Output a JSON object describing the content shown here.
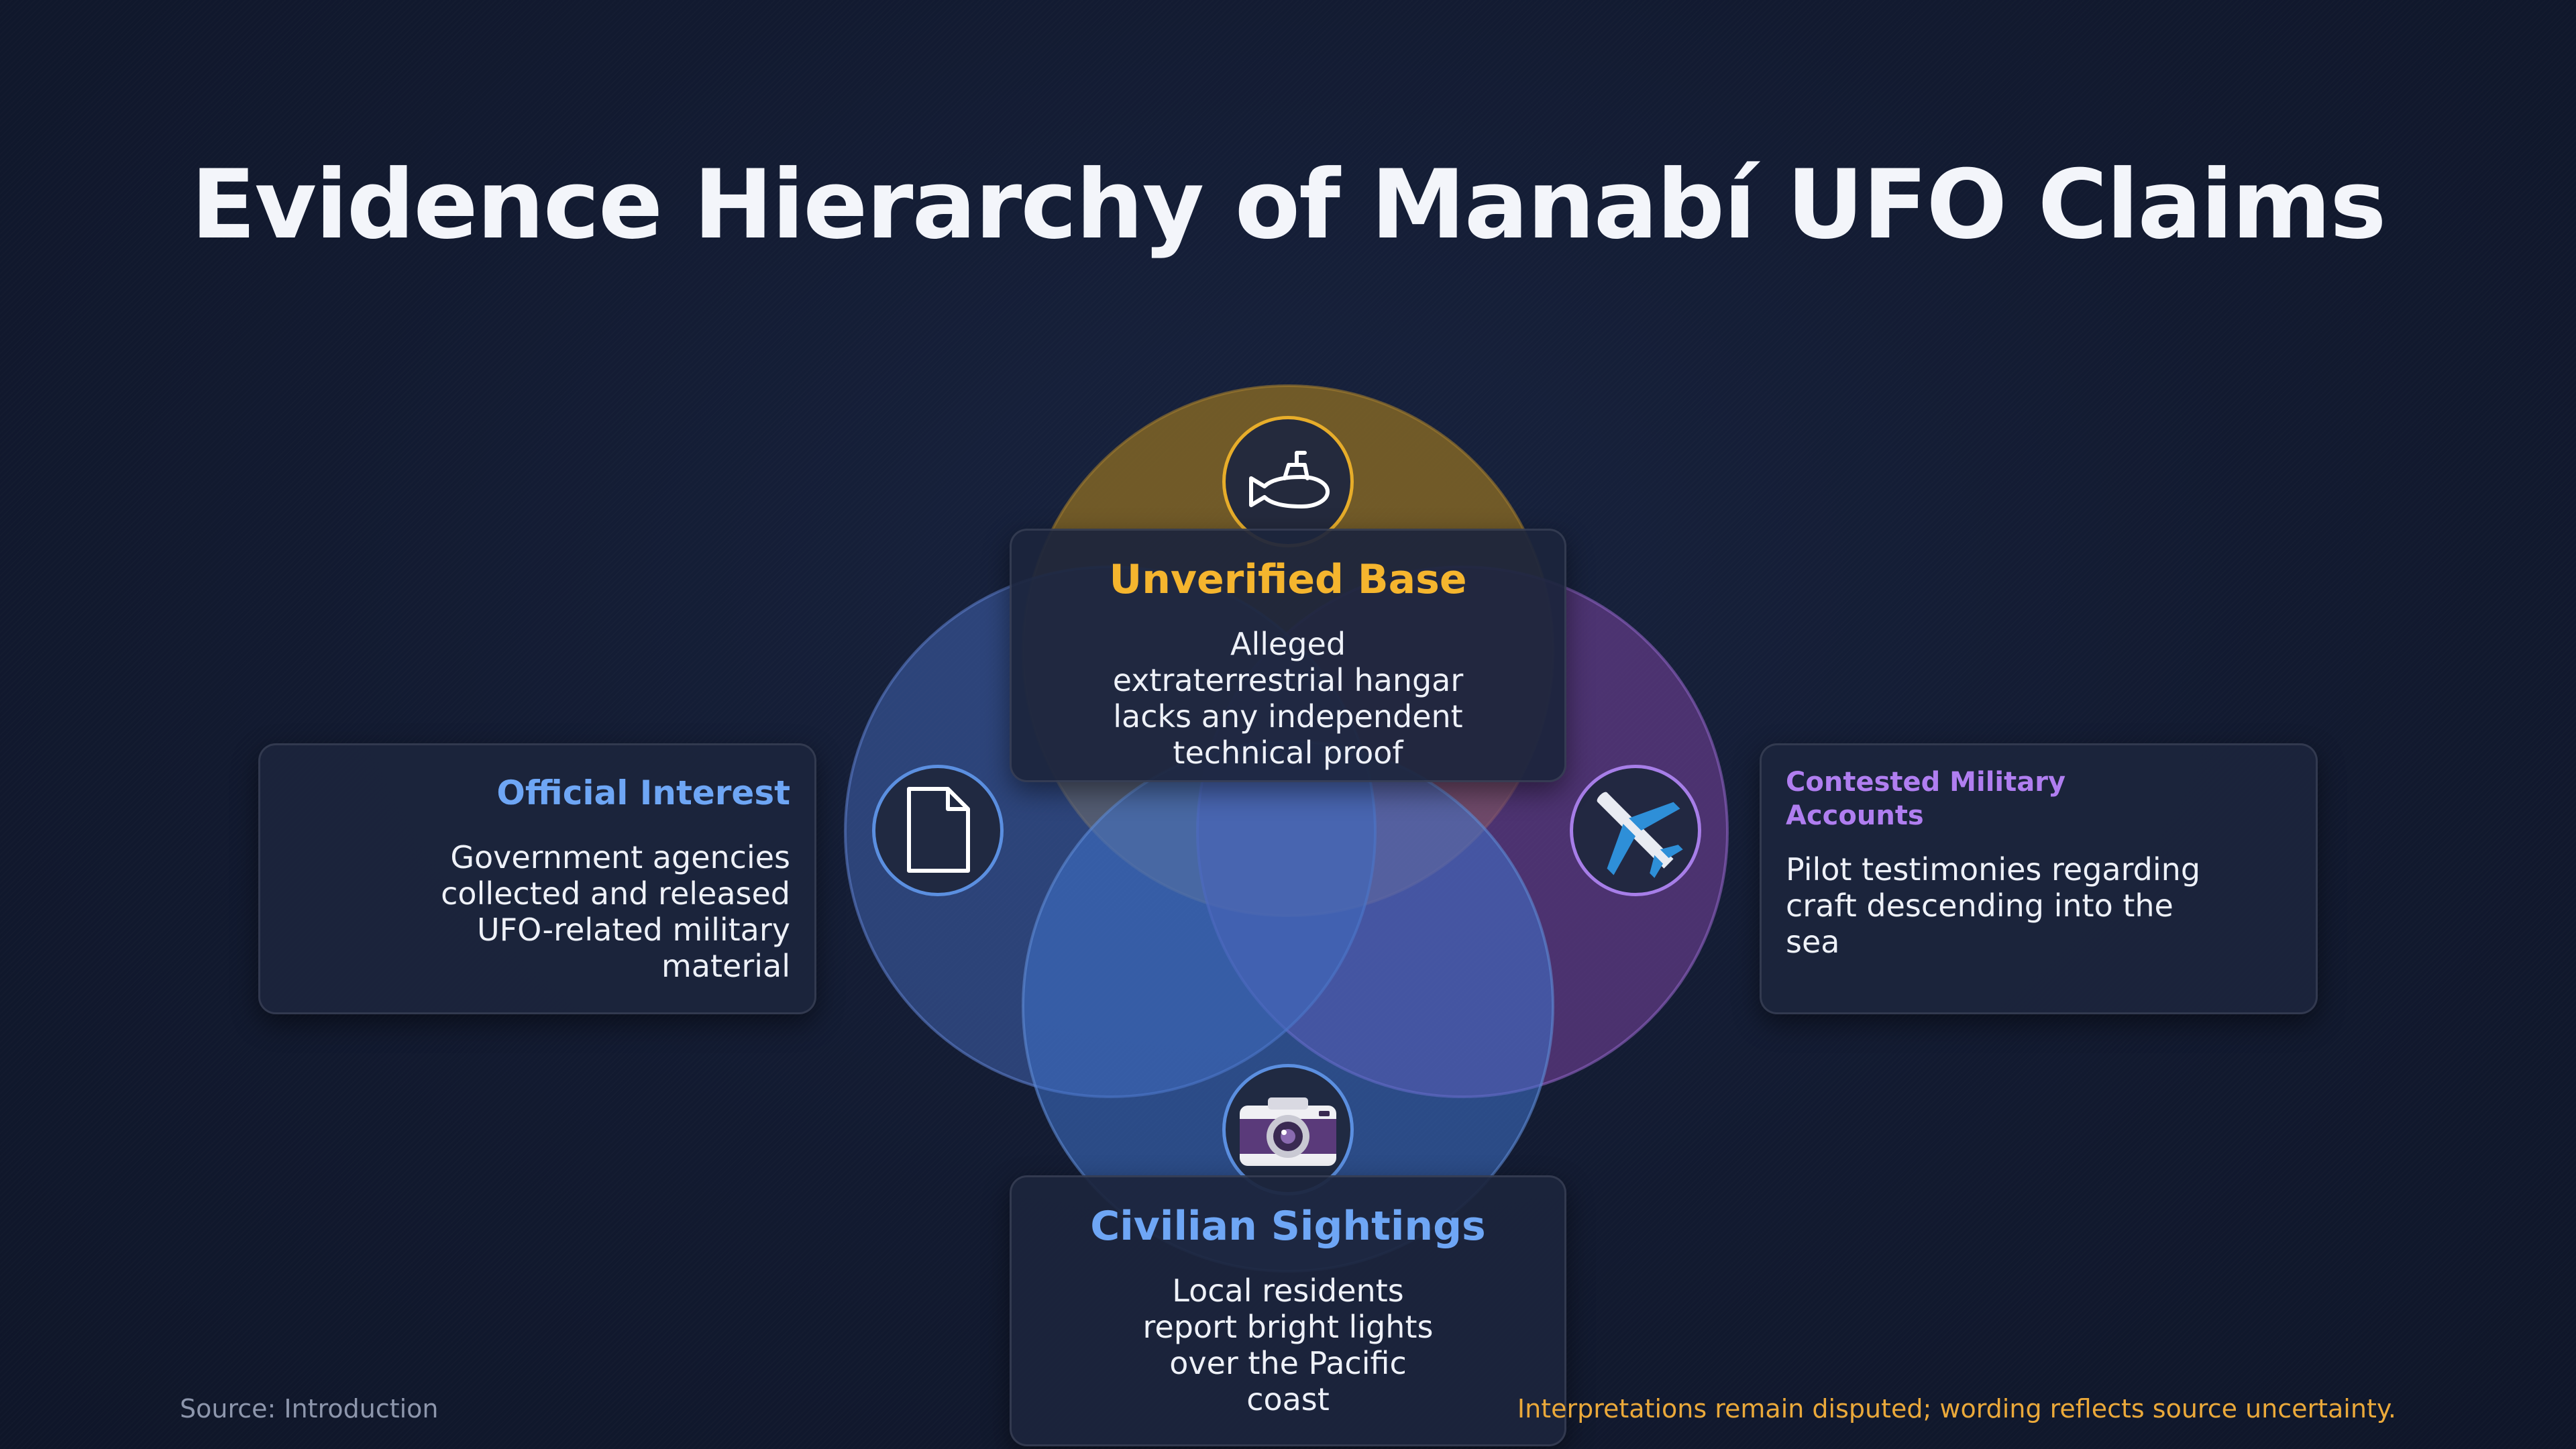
{
  "title": "Evidence Hierarchy of Manabí UFO Claims",
  "colors": {
    "unverified": "#f5b52e",
    "official": "#6ea6f5",
    "military": "#b07ef0",
    "civilian": "#6ea6f5"
  },
  "nodes": {
    "unverified_base": {
      "heading": "Unverified Base",
      "text": "Alleged extraterrestrial hangar lacks any independent technical proof",
      "icon": "submarine-icon"
    },
    "official_interest": {
      "heading": "Official Interest",
      "text": "Government agencies collected and released UFO-related military material",
      "icon": "document-icon"
    },
    "contested_military": {
      "heading": "Contested Military Accounts",
      "text": "Pilot testimonies regarding craft descending into the sea",
      "icon": "airplane-icon"
    },
    "civilian_sightings": {
      "heading": "Civilian Sightings",
      "text": "Local residents report bright lights over the Pacific coast",
      "icon": "camera-icon"
    }
  },
  "footer": {
    "source": "Source: Introduction",
    "note": "Interpretations remain disputed; wording reflects source uncertainty."
  }
}
